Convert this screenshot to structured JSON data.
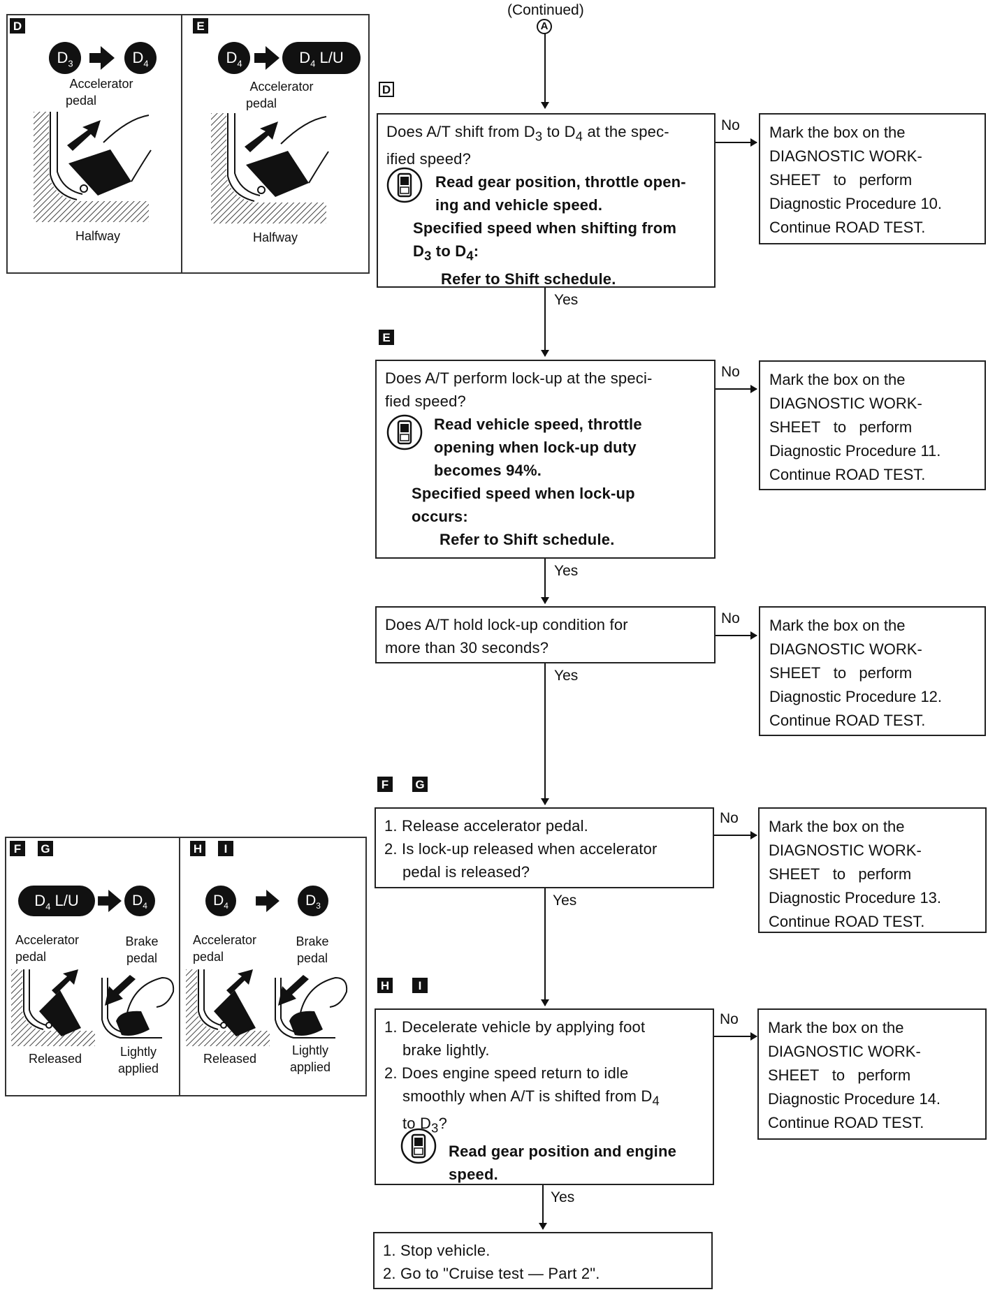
{
  "header": {
    "continued": "(Continued)",
    "connector": "A"
  },
  "tags": {
    "D": "D",
    "E": "E",
    "F": "F",
    "G": "G",
    "H": "H",
    "I": "I"
  },
  "labels": {
    "yes": "Yes",
    "no": "No"
  },
  "steps": {
    "d": {
      "q1": "Does A/T shift from D",
      "q1sub": "3",
      "q1b": " to D",
      "q1bsub": "4",
      "q1c": " at the spec-",
      "q2": "ified speed?",
      "read1": "Read gear position, throttle open-",
      "read2": "ing and vehicle speed.",
      "spec1": "Specified speed when shifting from",
      "spec2a": "D",
      "spec2sub": "3",
      "spec2b": " to D",
      "spec2bsub": "4",
      "spec2c": ":",
      "spec3": "Refer to Shift schedule."
    },
    "e": {
      "q1": "Does A/T perform lock-up at the speci-",
      "q2": "fied speed?",
      "read1": "Read vehicle speed, throttle",
      "read2": "opening when lock-up duty",
      "read3": "becomes 94%.",
      "spec1": "Specified speed when lock-up",
      "spec2": "occurs:",
      "spec3": "Refer to Shift schedule."
    },
    "hold": {
      "q1": "Does A/T hold lock-up condition for",
      "q2": "more than 30 seconds?"
    },
    "fg": {
      "l1": "1. Release accelerator pedal.",
      "l2": "2. Is lock-up released when accelerator",
      "l3": "pedal is released?"
    },
    "hi": {
      "l1": "1. Decelerate vehicle by applying foot",
      "l2": "brake lightly.",
      "l3": "2. Does engine speed return to idle",
      "l4a": "smoothly when A/T is shifted from D",
      "l4sub": "4",
      "l5a": "to D",
      "l5sub": "3",
      "l5b": "?",
      "read1": "Read gear position and engine",
      "read2": "speed."
    },
    "final": {
      "l1": "1. Stop vehicle.",
      "l2": "2. Go to \"Cruise test — Part 2\"."
    }
  },
  "results": [
    {
      "l1": "Mark the box on the",
      "l2": "DIAGNOSTIC WORK-",
      "l3a": "SHEET",
      "l3b": "to",
      "l3c": "perform",
      "l4": "Diagnostic Procedure 10.",
      "l5": "Continue ROAD TEST."
    },
    {
      "l1": "Mark the box on the",
      "l2": "DIAGNOSTIC WORK-",
      "l3a": "SHEET",
      "l3b": "to",
      "l3c": "perform",
      "l4": "Diagnostic Procedure 11.",
      "l5": "Continue ROAD TEST."
    },
    {
      "l1": "Mark the box on the",
      "l2": "DIAGNOSTIC WORK-",
      "l3a": "SHEET",
      "l3b": "to",
      "l3c": "perform",
      "l4": "Diagnostic Procedure 12.",
      "l5": "Continue ROAD TEST."
    },
    {
      "l1": "Mark the box on the",
      "l2": "DIAGNOSTIC WORK-",
      "l3a": "SHEET",
      "l3b": "to",
      "l3c": "perform",
      "l4": "Diagnostic Procedure 13.",
      "l5": "Continue ROAD TEST."
    },
    {
      "l1": "Mark the box on the",
      "l2": "DIAGNOSTIC WORK-",
      "l3a": "SHEET",
      "l3b": "to",
      "l3c": "perform",
      "l4": "Diagnostic Procedure 14.",
      "l5": "Continue ROAD TEST."
    }
  ],
  "panels": {
    "d": {
      "from": "D",
      "fromsub": "3",
      "to": "D",
      "tosub": "4",
      "pedal1": "Accelerator",
      "pedal2": "pedal",
      "caption": "Halfway"
    },
    "e": {
      "from": "D",
      "fromsub": "4",
      "to": "D",
      "tosub": "4",
      "tosuffix": "L/U",
      "pedal1": "Accelerator",
      "pedal2": "pedal",
      "caption": "Halfway"
    },
    "fg": {
      "from": "D",
      "fromsub": "4",
      "fromsuffix": "L/U",
      "to": "D",
      "tosub": "4",
      "acc1": "Accelerator",
      "acc2": "pedal",
      "brk1": "Brake",
      "brk2": "pedal",
      "cap1": "Released",
      "cap2a": "Lightly",
      "cap2b": "applied"
    },
    "hi": {
      "from": "D",
      "fromsub": "4",
      "to": "D",
      "tosub": "3",
      "acc1": "Accelerator",
      "acc2": "pedal",
      "brk1": "Brake",
      "brk2": "pedal",
      "cap1": "Released",
      "cap2a": "Lightly",
      "cap2b": "applied"
    }
  }
}
